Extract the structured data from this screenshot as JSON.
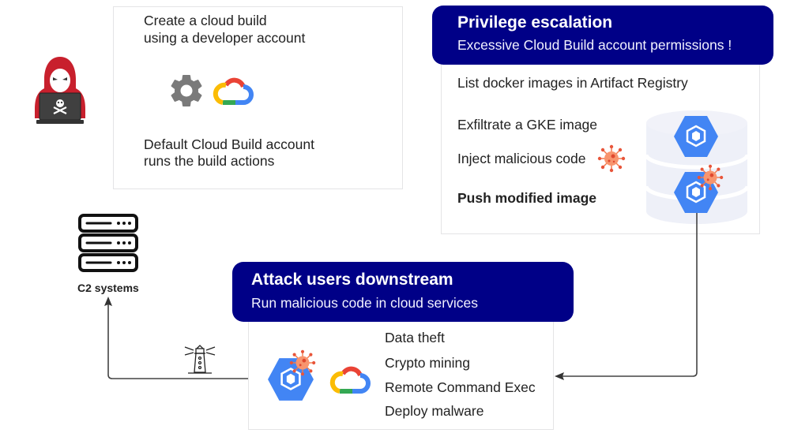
{
  "build_panel": {
    "line1": "Create a cloud build",
    "line2": "using a developer account",
    "line3": "Default Cloud Build account",
    "line4": "runs the build actions",
    "icons": [
      "gear-icon",
      "google-cloud-logo-icon"
    ]
  },
  "privilege_panel": {
    "title": "Privilege escalation",
    "subtitle": "Excessive Cloud Build account permissions !",
    "steps": [
      "List docker images in Artifact Registry",
      "Exfiltrate a GKE image",
      "Inject malicious code",
      "Push modified image"
    ],
    "icons": [
      "database-cylinder-icon",
      "gke-image-icon",
      "virus-icon"
    ]
  },
  "downstream_panel": {
    "title": "Attack users downstream",
    "subtitle": "Run malicious code in cloud services",
    "impacts": [
      "Data theft",
      "Crypto mining",
      "Remote Command Exec",
      "Deploy malware"
    ],
    "icons": [
      "infected-gke-image-icon",
      "google-cloud-logo-icon"
    ]
  },
  "c2": {
    "label": "C2 systems",
    "icons": [
      "server-stack-icon",
      "lighthouse-beacon-icon"
    ]
  },
  "actor": {
    "icon": "hacker-icon"
  },
  "colors": {
    "banner": "#000087",
    "gke_blue": "#4285f4",
    "virus": "#f4784a",
    "gear": "#7a7a7a",
    "hacker_red": "#c8202d",
    "connector": "#444444"
  }
}
